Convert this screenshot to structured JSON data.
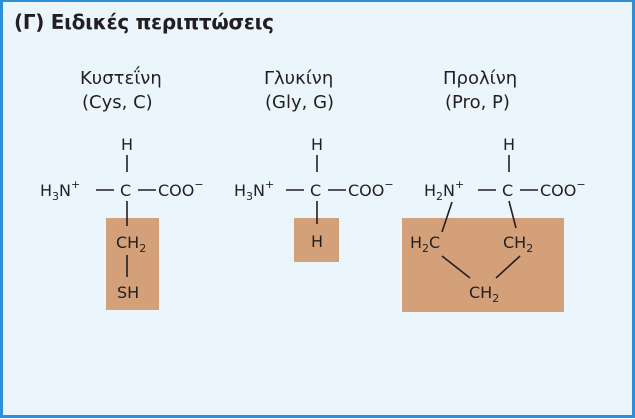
{
  "heading": "(Γ) Ειδικές περιπτώσεις",
  "colors": {
    "panel_background": "#eaf5fc",
    "panel_border": "#2e8fd6",
    "side_chain_box": "#d4a07a",
    "text": "#231f20"
  },
  "amino_acids": [
    {
      "name": "Κυστεΐνη",
      "code": "(Cys, C)",
      "h_top": "H",
      "amine": "H",
      "amine_sub": "3",
      "amine_n": "N",
      "amine_sup": "+",
      "alpha_c": "C",
      "carboxyl": "COO",
      "carboxyl_sup": "−",
      "side_c": "CH",
      "side_c_sub": "2",
      "side_end": "SH"
    },
    {
      "name": "Γλυκίνη",
      "code": "(Gly, G)",
      "h_top": "H",
      "amine": "H",
      "amine_sub": "3",
      "amine_n": "N",
      "amine_sup": "+",
      "alpha_c": "C",
      "carboxyl": "COO",
      "carboxyl_sup": "−",
      "side_h": "H"
    },
    {
      "name": "Προλίνη",
      "code": "(Pro, P)",
      "h_top": "H",
      "amine": "H",
      "amine_sub": "2",
      "amine_n": "N",
      "amine_sup": "+",
      "alpha_c": "C",
      "carboxyl": "COO",
      "carboxyl_sup": "−",
      "ring_left": "H",
      "ring_left_sub": "2",
      "ring_left_c": "C",
      "ring_right": "CH",
      "ring_right_sub": "2",
      "ring_bottom": "CH",
      "ring_bottom_sub": "2"
    }
  ]
}
